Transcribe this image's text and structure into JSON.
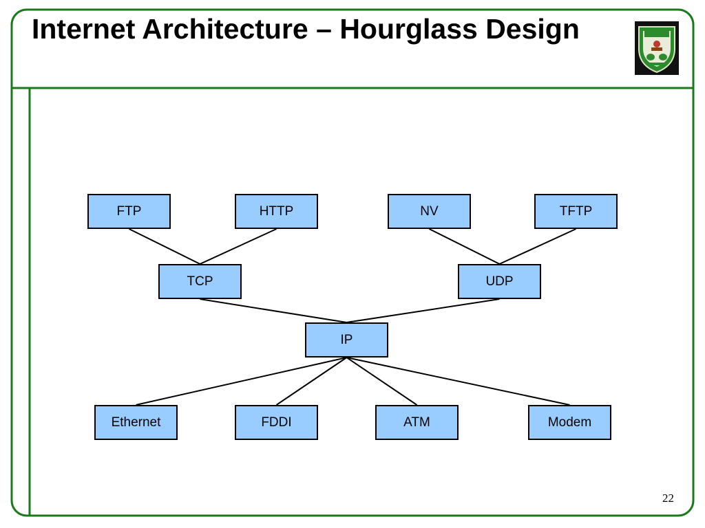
{
  "slide": {
    "title": "Internet Architecture – Hourglass Design",
    "slide_number": "22",
    "logo_icon": "university-of-jordan-crest",
    "frame_color": "#1a7a1a",
    "box_fill": "#99ccff",
    "box_border": "#000000"
  },
  "diagram": {
    "nodes": [
      {
        "id": "ftp",
        "label": "FTP"
      },
      {
        "id": "http",
        "label": "HTTP"
      },
      {
        "id": "nv",
        "label": "NV"
      },
      {
        "id": "tftp",
        "label": "TFTP"
      },
      {
        "id": "tcp",
        "label": "TCP"
      },
      {
        "id": "udp",
        "label": "UDP"
      },
      {
        "id": "ip",
        "label": "IP"
      },
      {
        "id": "ethernet",
        "label": "Ethernet"
      },
      {
        "id": "fddi",
        "label": "FDDI"
      },
      {
        "id": "atm",
        "label": "ATM"
      },
      {
        "id": "modem",
        "label": "Modem"
      }
    ],
    "edges": [
      [
        "ftp",
        "tcp"
      ],
      [
        "http",
        "tcp"
      ],
      [
        "nv",
        "udp"
      ],
      [
        "tftp",
        "udp"
      ],
      [
        "tcp",
        "ip"
      ],
      [
        "udp",
        "ip"
      ],
      [
        "ip",
        "ethernet"
      ],
      [
        "ip",
        "fddi"
      ],
      [
        "ip",
        "atm"
      ],
      [
        "ip",
        "modem"
      ]
    ]
  }
}
